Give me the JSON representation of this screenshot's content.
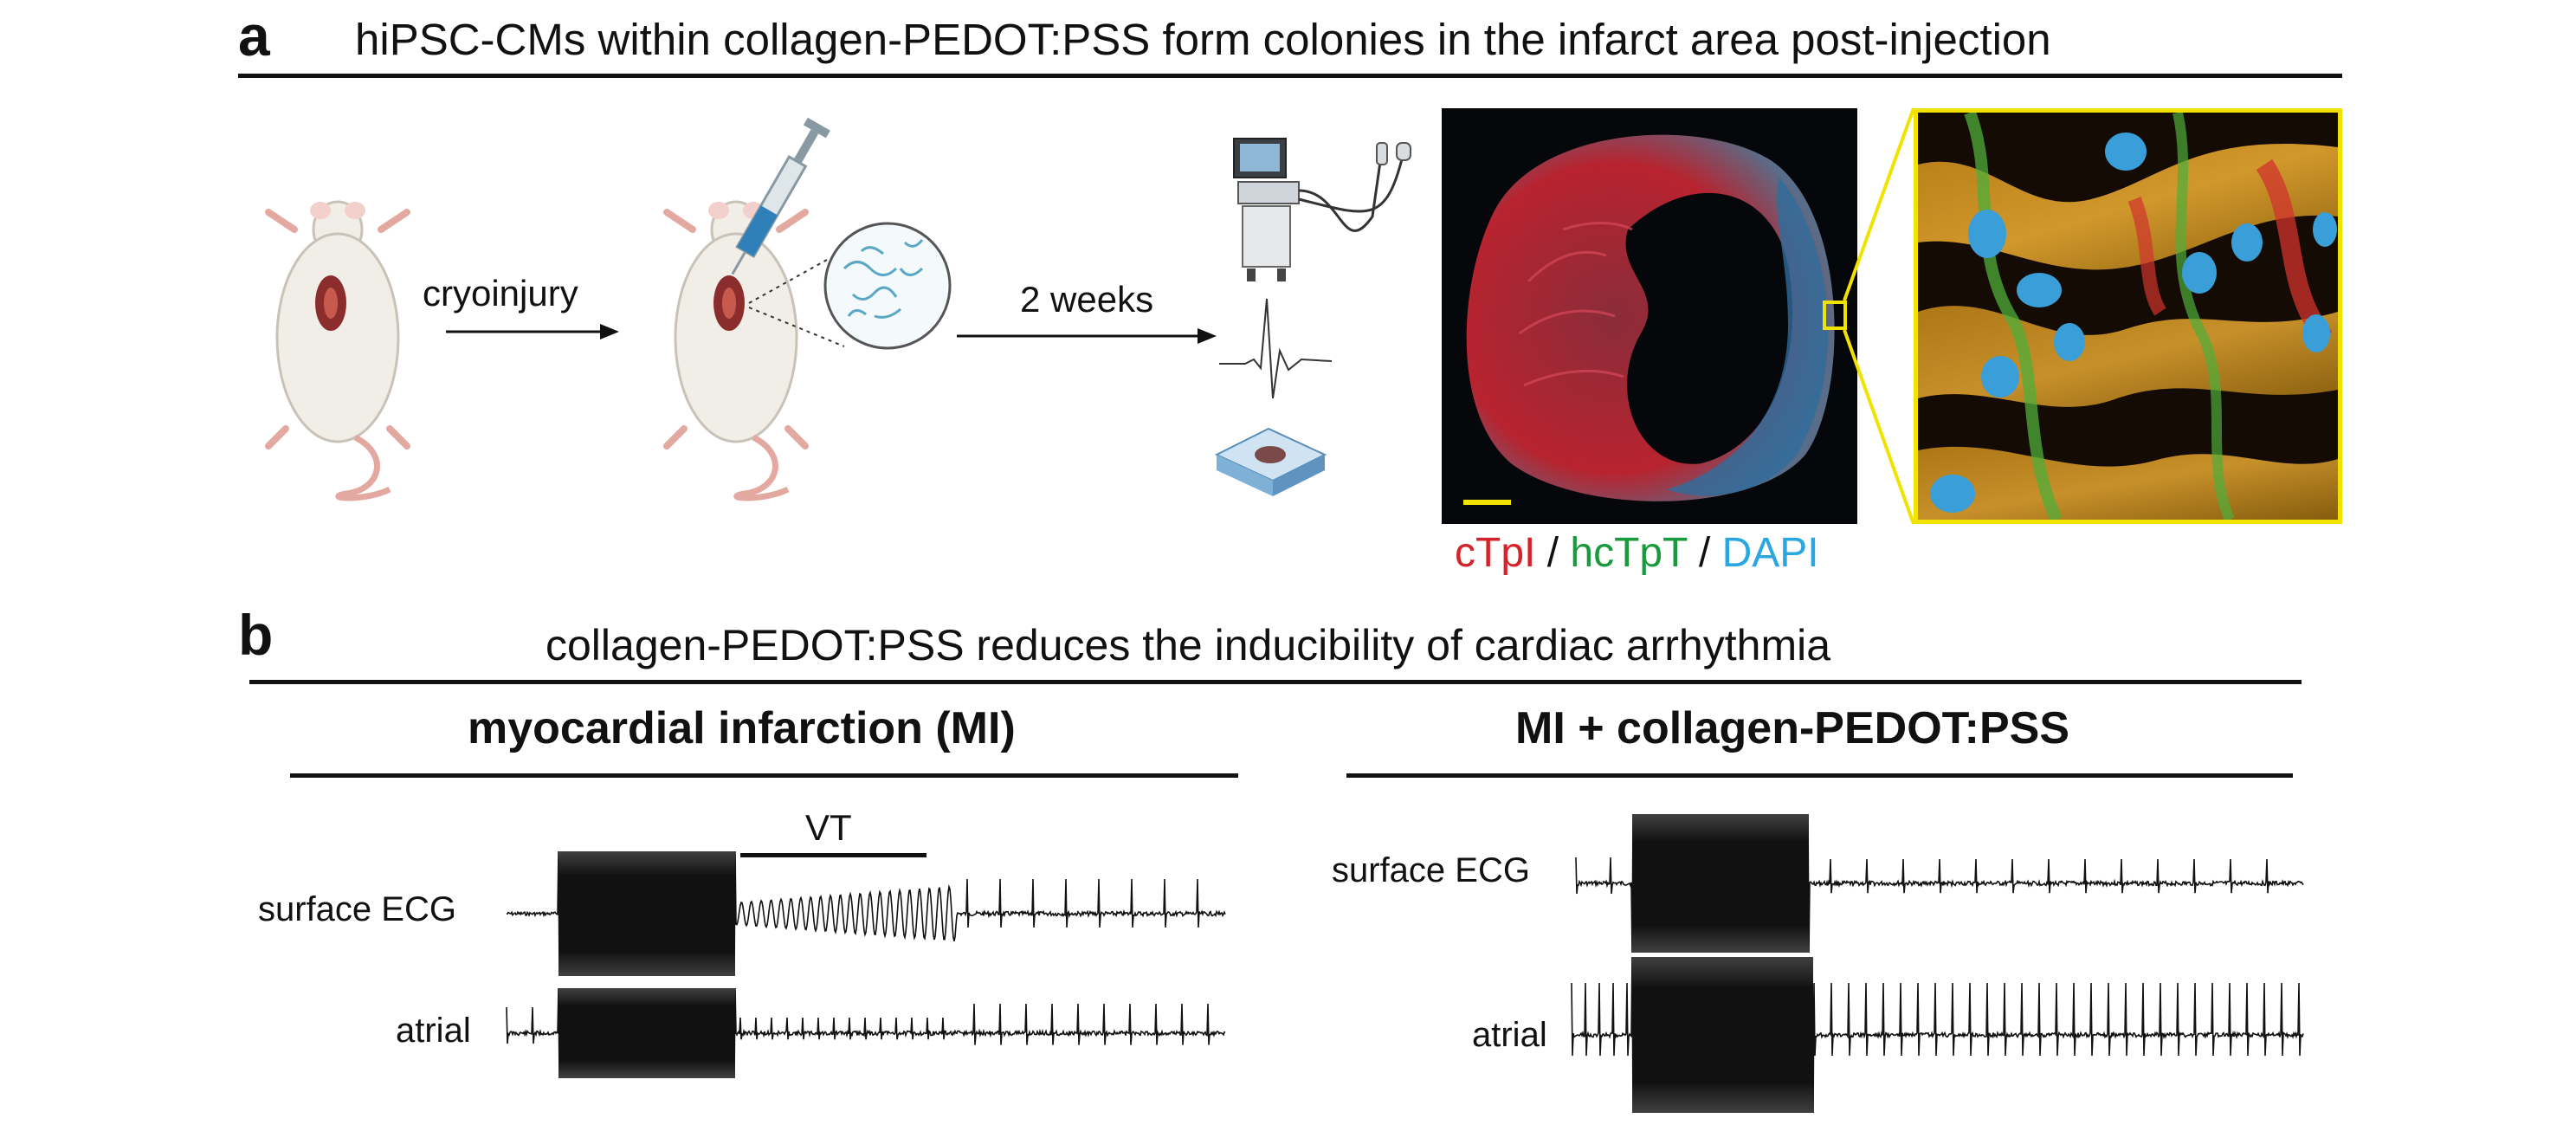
{
  "panel_a": {
    "letter": "a",
    "title": "hiPSC-CMs within collagen-PEDOT:PSS form colonies in the infarct area post-injection",
    "step1_label": "cryoinjury",
    "step2_label": "2 weeks",
    "stain_legend": {
      "ctpi": "cTpI",
      "sep1": " / ",
      "hctpt": "hcTpT",
      "sep2": " / ",
      "dapi": "DAPI"
    },
    "colors": {
      "ctpi": "#d6222a",
      "hctpt": "#1a9a3c",
      "dapi": "#2aa7e0",
      "inset_frame": "#f2e200",
      "scale_bar": "#f2e200"
    }
  },
  "panel_b": {
    "letter": "b",
    "title": "collagen-PEDOT:PSS reduces the inducibility of cardiac arrhythmia",
    "left_title": "myocardial infarction (MI)",
    "right_title": "MI + collagen-PEDOT:PSS",
    "vt_label": "VT",
    "left_rows": [
      "surface ECG",
      "atrial"
    ],
    "right_rows": [
      "surface ECG",
      "atrial"
    ]
  }
}
